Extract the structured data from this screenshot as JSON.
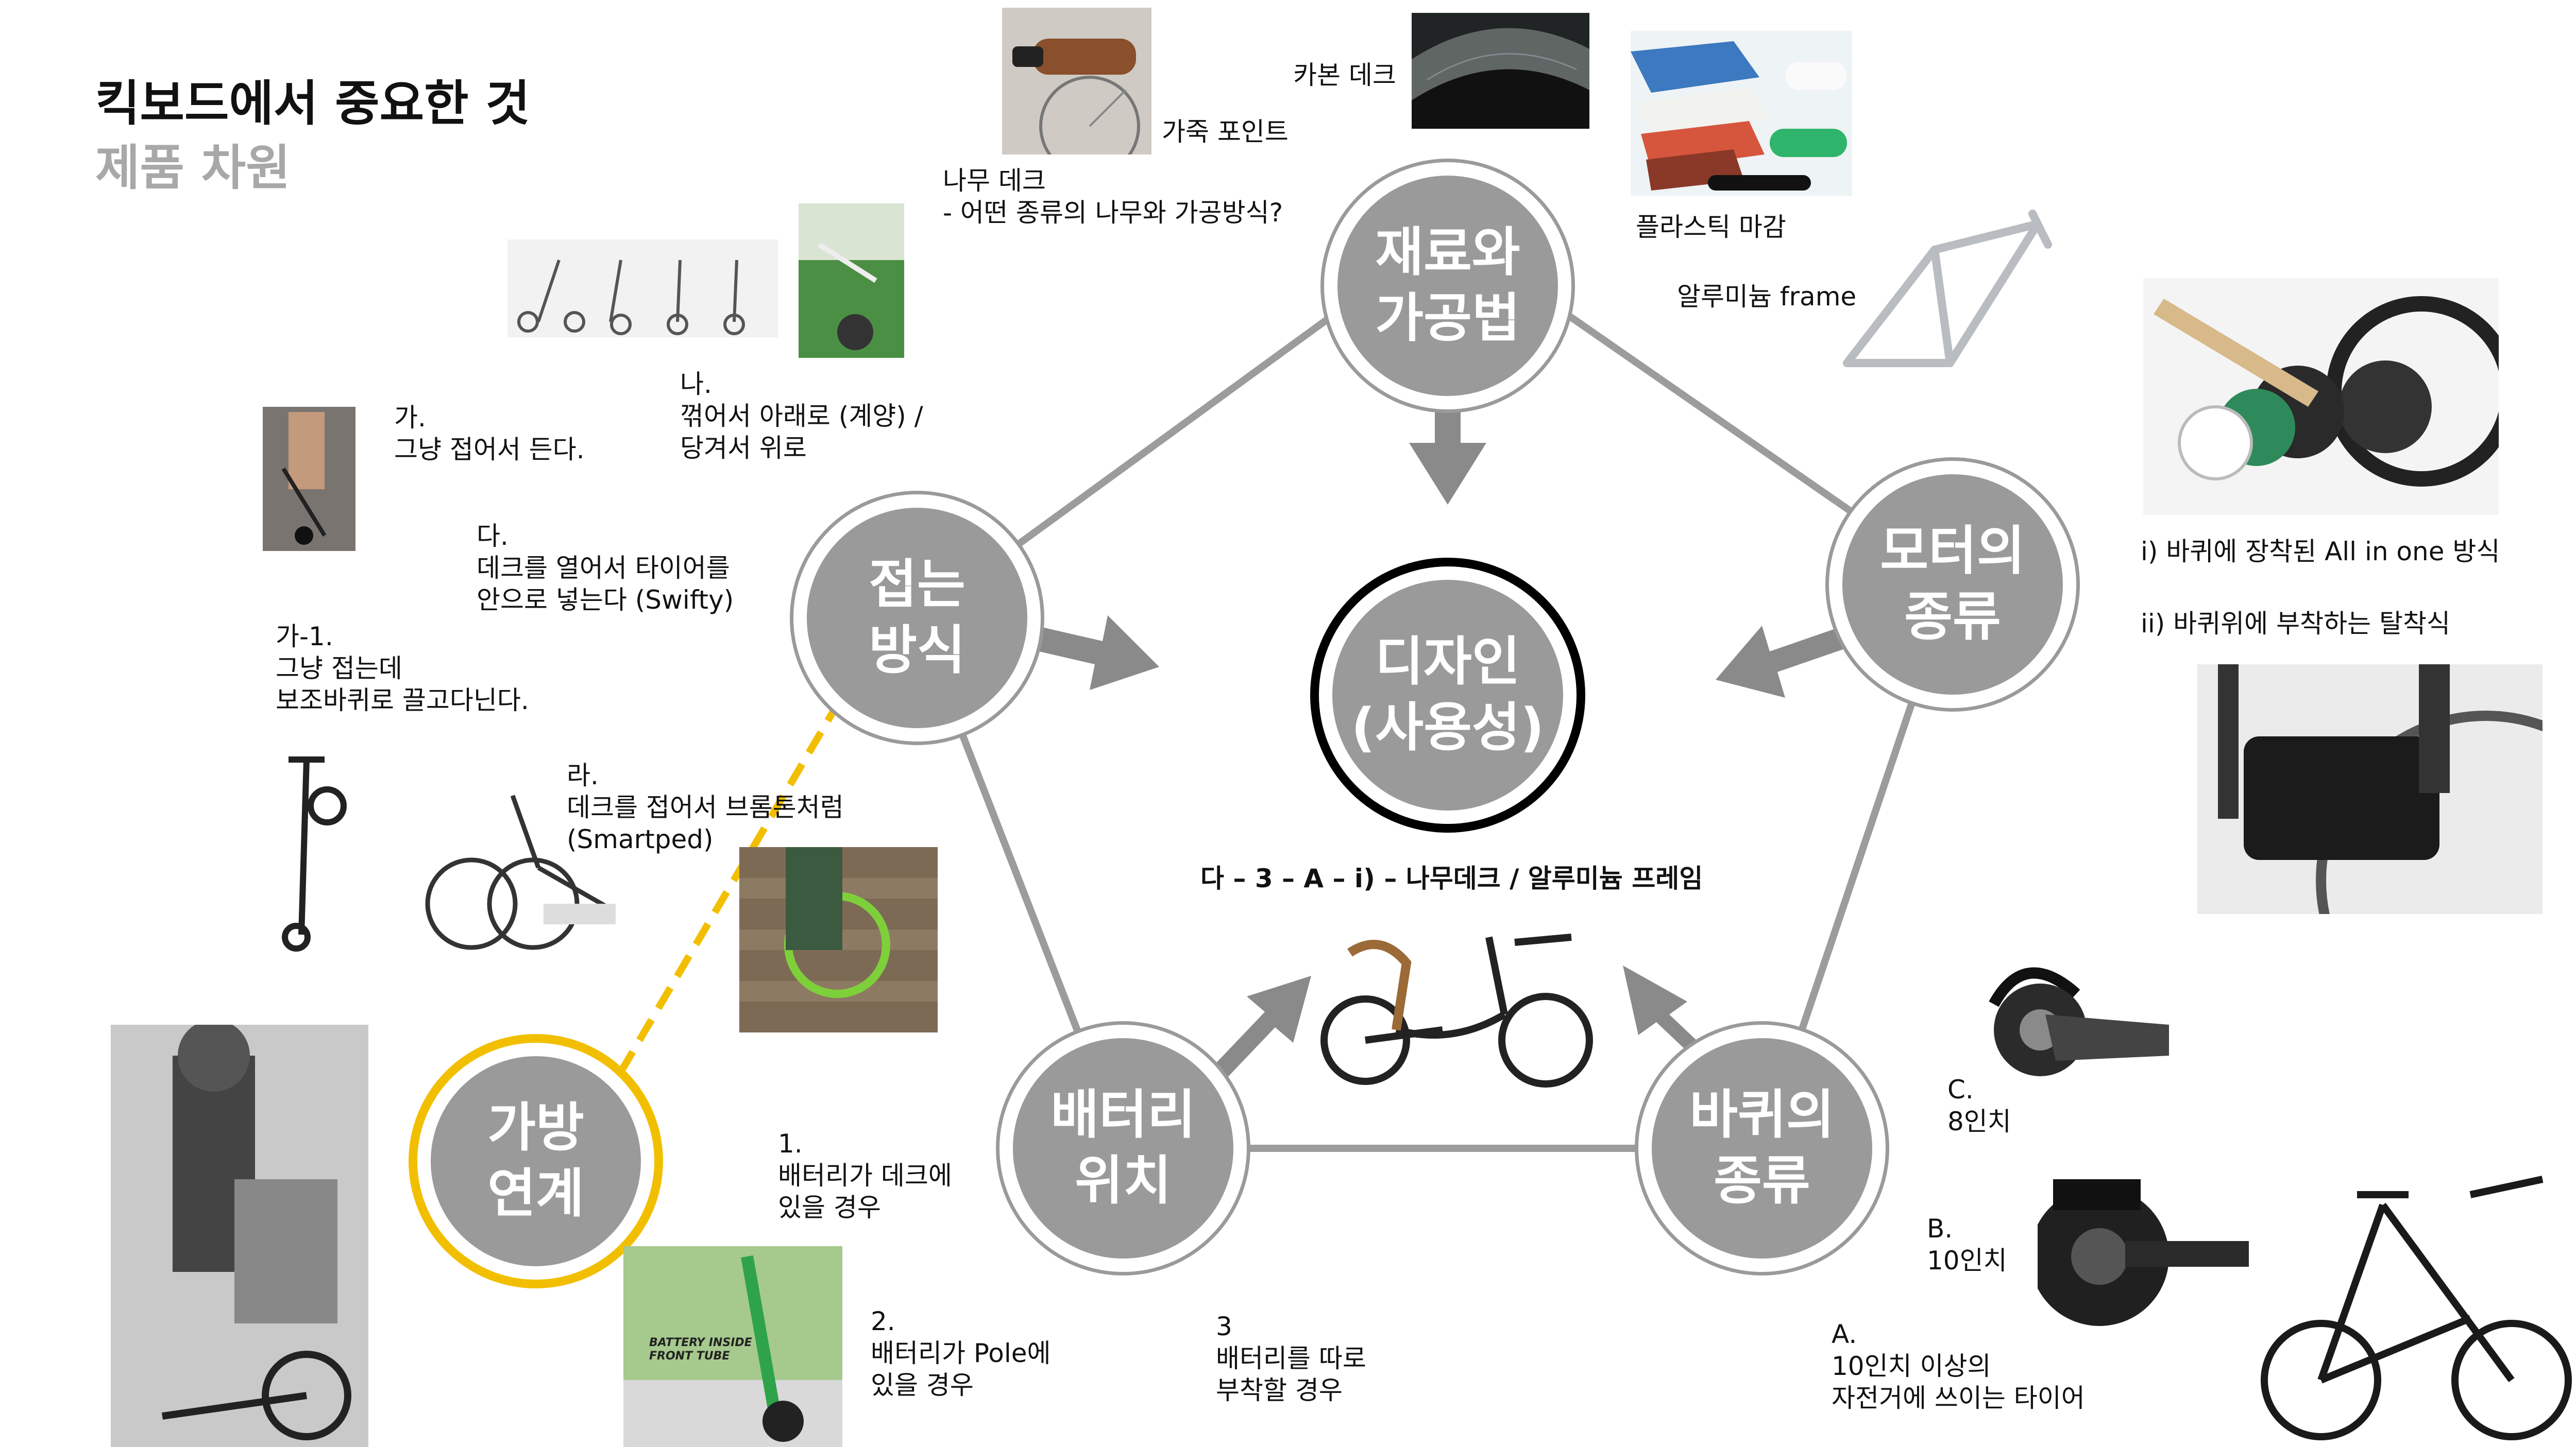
{
  "title": "킥보드에서 중요한 것",
  "subtitle": "제품 차원",
  "nodes": {
    "material": "재료와\n가공법",
    "folding": "접는\n방식",
    "motor": "모터의\n종류",
    "center": "디자인\n(사용성)",
    "battery": "배터리\n위치",
    "wheel": "바퀴의\n종류",
    "bag": "가방\n연계"
  },
  "materials": {
    "carbon": "카본 데크",
    "leather": "가죽 포인트",
    "wood": "나무 데크\n- 어떤 종류의 나무와 가공방식?",
    "plastic": "플라스틱 마감",
    "aluminum": "알루미늄 frame"
  },
  "folding": {
    "ga": "가.\n그냥 접어서 든다.",
    "na": "나.\n꺾어서 아래로 (계양) /\n당겨서 위로",
    "da": "다.\n데크를 열어서 타이어를\n안으로 넣는다 (Swifty)",
    "ga1": "가-1.\n그냥 접는데\n보조바퀴로 끌고다닌다.",
    "ra": "라.\n데크를 접어서 브롬톤처럼\n(Smartped)"
  },
  "motor": {
    "i": "i) 바퀴에 장착된 All in one 방식",
    "ii": "ii)   바퀴위에 부착하는 탈착식"
  },
  "selection": "다 – 3 – A – i) – 나무데크 / 알루미늄 프레임",
  "battery": {
    "b1": "1.\n배터리가 데크에\n있을 경우",
    "b2": "2.\n배터리가 Pole에\n있을 경우",
    "b3": "3\n배터리를 따로\n부착할 경우",
    "photo_label": "BATTERY INSIDE\nFRONT TUBE"
  },
  "wheel": {
    "c": "C.\n8인치",
    "b": "B.\n10인치",
    "a": "A.\n 10인치 이상의\n자전거에 쓰이는 타이어"
  },
  "colors": {
    "node_fill": "#9a9a9a",
    "center_ring": "#000000",
    "bag_ring": "#f2bf00",
    "arrow": "#8a8a8a",
    "subtitle": "#a8a8a8"
  }
}
